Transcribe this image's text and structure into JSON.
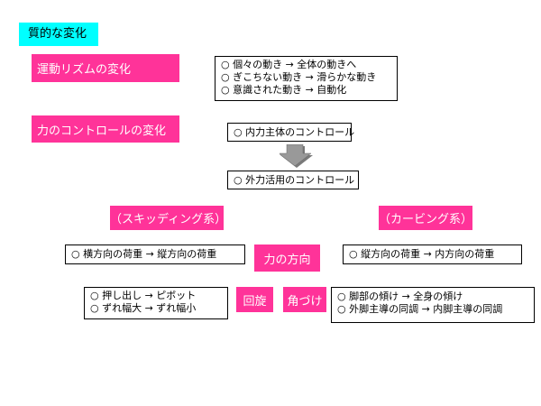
{
  "title": "質的な変化",
  "rhythm": {
    "label": "運動リズムの変化",
    "lines": [
      "○ 個々の動き → 全体の動きへ",
      "○ ぎこちない動き → 滑らかな動き",
      "○ 意識された動き → 自動化"
    ]
  },
  "force": {
    "label": "力のコントロールの変化",
    "before": "○ 内力主体のコントロール",
    "after": "○  外力活用のコントロール"
  },
  "skidding": {
    "label": "（スキッディング系）",
    "load": "○ 横方向の荷重 → 縦方向の荷重",
    "lines": [
      "○ 押し出し → ピボット",
      "○ ずれ幅大 → ずれ幅小"
    ]
  },
  "carving": {
    "label": "（カービング系）",
    "load": "○ 縦方向の荷重 → 内方向の荷重",
    "lines": [
      "○ 脚部の傾け → 全身の傾け",
      "○ 外脚主導の同調 → 内脚主導の同調"
    ]
  },
  "center": {
    "direction": "力の方向",
    "turn": "回旋",
    "angle": "角づけ"
  },
  "colors": {
    "pink": "#ff3399",
    "cyan": "#00ffff",
    "arrow_fill": "#999999"
  }
}
